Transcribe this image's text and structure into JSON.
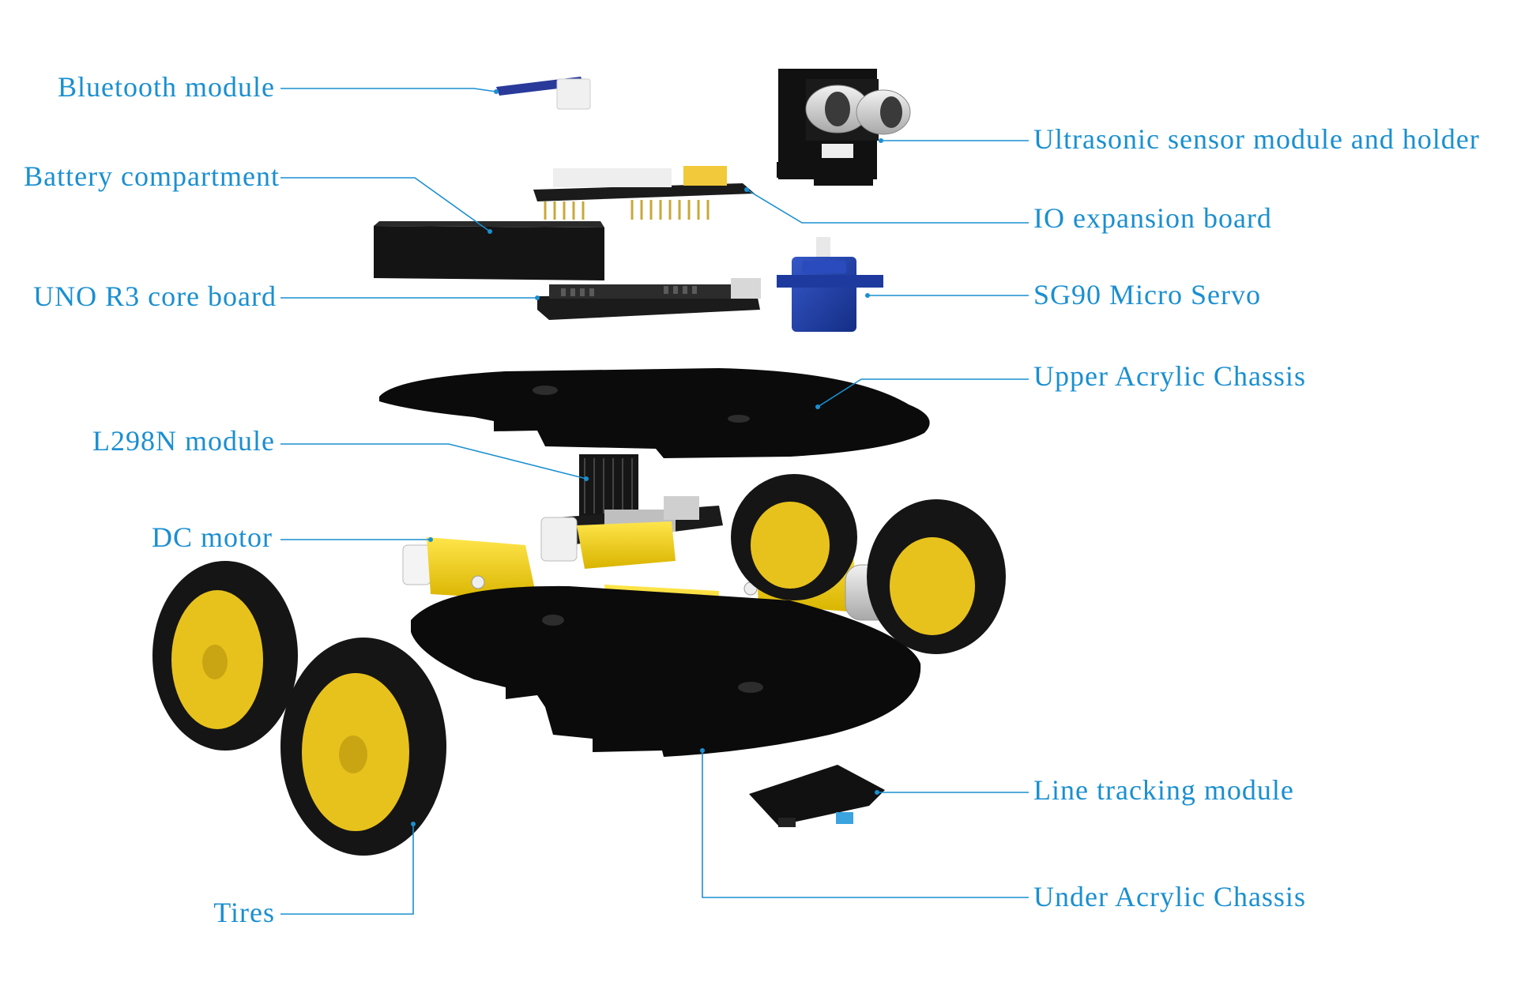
{
  "colors": {
    "label": "#1a8fd0",
    "leader": "#1a8fd0",
    "acrylic": "#0b0b0b",
    "motor_yellow": "#f3d21f",
    "hub_yellow": "#e8c21c",
    "tire": "#151515",
    "servo_blue": "#1f3fa8",
    "board": "#1b1b1b",
    "pins": "#d4b23a"
  },
  "labels": {
    "bluetooth": "Bluetooth module",
    "battery": "Battery compartment",
    "uno": "UNO R3 core board",
    "l298n": "L298N module",
    "dc_motor": "DC motor",
    "tires": "Tires",
    "ultrasonic": "Ultrasonic sensor module and holder",
    "io": "IO expansion board",
    "servo": "SG90 Micro Servo",
    "upper": "Upper Acrylic Chassis",
    "line": "Line tracking module",
    "under": "Under Acrylic Chassis"
  }
}
